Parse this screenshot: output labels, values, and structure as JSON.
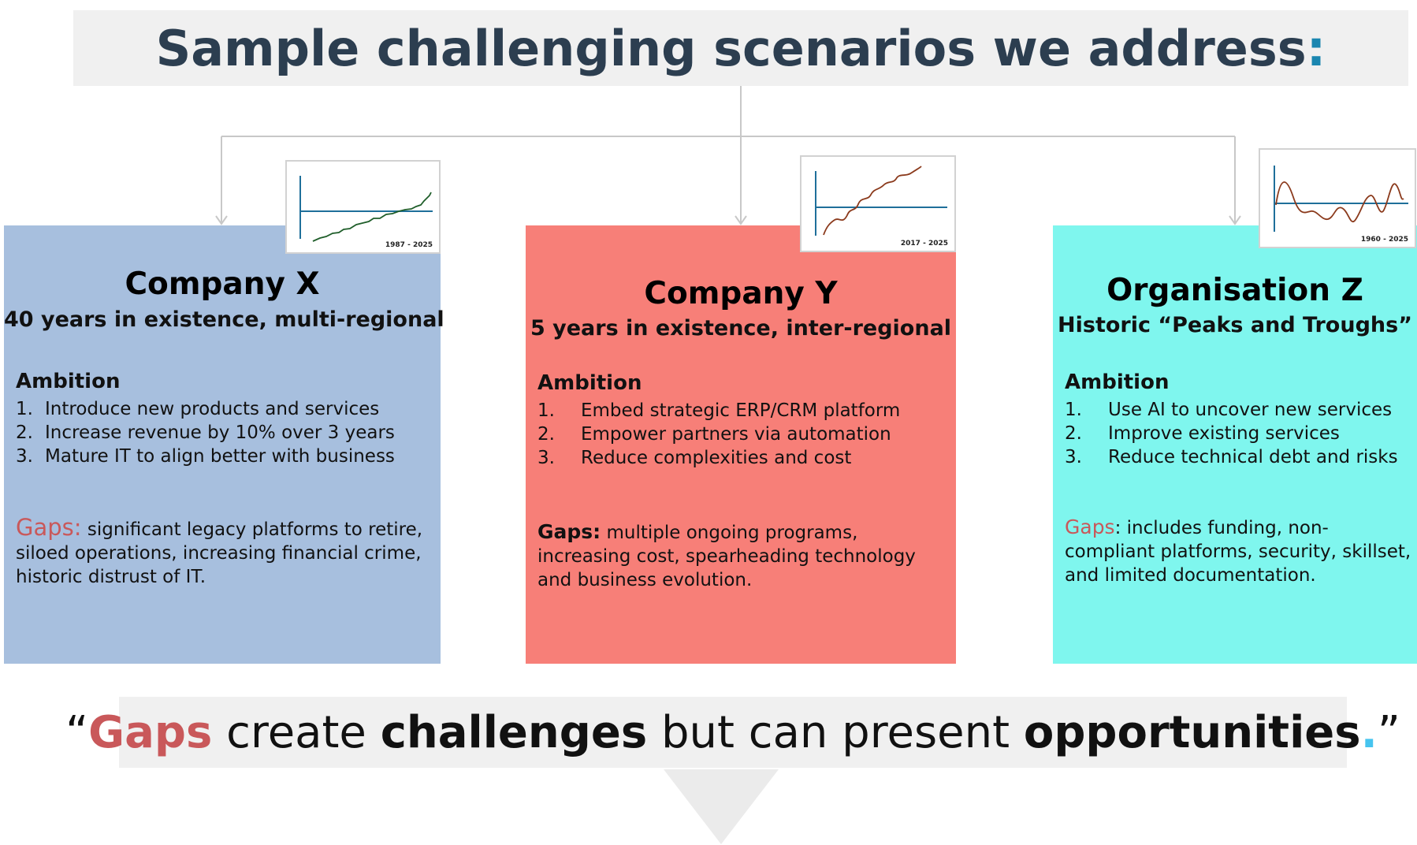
{
  "title": {
    "text": "Sample challenging scenarios we address",
    "colon": ":"
  },
  "cards": {
    "x": {
      "name": "Company X",
      "subtitle": "40 years in existence, multi-regional",
      "ambition_title": "Ambition",
      "ambitions": [
        {
          "num": "1.",
          "text": "Introduce new products and services"
        },
        {
          "num": "2.",
          "text": "Increase revenue by 10% over 3 years"
        },
        {
          "num": "3.",
          "text": "Mature IT to align better with business"
        }
      ],
      "gaps_label": "Gaps:",
      "gaps_text": "significant legacy platforms to retire, siloed operations, increasing financial crime, historic distrust of IT.",
      "chart_range": "1987 - 2025",
      "bg_color": "#a7bfde"
    },
    "y": {
      "name": "Company Y",
      "subtitle": "5 years in existence, inter-regional",
      "ambition_title": "Ambition",
      "ambitions": [
        {
          "num": "1.",
          "text": "Embed strategic ERP/CRM platform"
        },
        {
          "num": "2.",
          "text": "Empower partners via automation"
        },
        {
          "num": "3.",
          "text": "Reduce complexities and cost"
        }
      ],
      "gaps_label": "Gaps:",
      "gaps_text": "multiple ongoing programs, increasing cost, spearheading technology and business evolution.",
      "chart_range": "2017 - 2025",
      "bg_color": "#f77f78"
    },
    "z": {
      "name": "Organisation Z",
      "subtitle": "Historic “Peaks and Troughs”",
      "ambition_title": "Ambition",
      "ambitions": [
        {
          "num": "1.",
          "text": "Use AI to uncover new services"
        },
        {
          "num": "2.",
          "text": "Improve existing services"
        },
        {
          "num": "3.",
          "text": "Reduce technical debt and risks"
        }
      ],
      "gaps_label": "Gaps",
      "gaps_text": ": includes funding, non-compliant platforms, security, skillset, and limited documentation.",
      "chart_range": "1960 - 2025",
      "bg_color": "#7ff6ee"
    }
  },
  "quote": {
    "open": "“",
    "gaps": "Gaps",
    "create": " create ",
    "challenges": "challenges",
    "but": " but can present ",
    "opportunities": "opportunities",
    "dot": ".",
    "close": "”"
  },
  "colors": {
    "title": "#2c3e50",
    "title_accent": "#1a86b0",
    "gaps_accent": "#c9585a",
    "quote_dot": "#46c4ef",
    "band_bg": "#f0f0f0",
    "axis_line": "#1f6f9a",
    "trend_x": "#1f5e2a",
    "trend_y": "#8b3a1c",
    "trend_z": "#8b3a1c"
  }
}
